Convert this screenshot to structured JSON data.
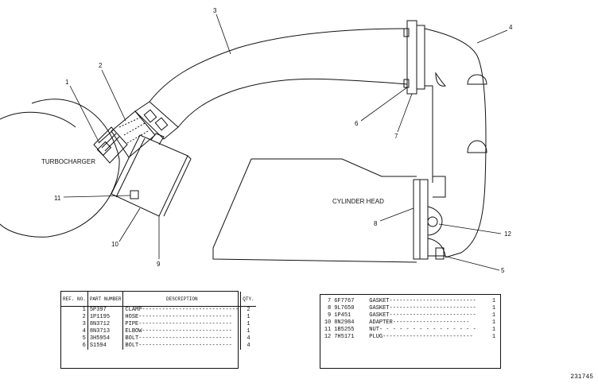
{
  "labels": {
    "turbocharger": "TURBOCHARGER",
    "cylinder_head": "CYLINDER HEAD"
  },
  "callouts": [
    "1",
    "2",
    "3",
    "4",
    "5",
    "6",
    "7",
    "8",
    "9",
    "10",
    "11",
    "12"
  ],
  "table_left": {
    "headers": {
      "ref": "REF. NO.",
      "part": "PART NUMBER",
      "desc": "DESCRIPTION",
      "qty": "QTY."
    },
    "rows": [
      {
        "ref": "1",
        "part": "5P397",
        "desc": "CLAMP-----------------------------",
        "qty": "2"
      },
      {
        "ref": "2",
        "part": "1P1195",
        "desc": "HOSE----------------------------",
        "qty": "1"
      },
      {
        "ref": "3",
        "part": "8N3712",
        "desc": "PIPE----------------------------",
        "qty": "1"
      },
      {
        "ref": "4",
        "part": "8N3713",
        "desc": "ELBOW---------------------------",
        "qty": "1"
      },
      {
        "ref": "5",
        "part": "3H5954",
        "desc": "BOLT----------------------------",
        "qty": "4"
      },
      {
        "ref": "6",
        "part": "S1594",
        "desc": "BOLT----------------------------",
        "qty": "4"
      }
    ]
  },
  "table_right": {
    "rows": [
      {
        "ref": "7",
        "part": "6F7767",
        "desc": "GASKET--------------------------",
        "qty": "1"
      },
      {
        "ref": "8",
        "part": "9L7650",
        "desc": "GASKET--------------------------",
        "qty": "1"
      },
      {
        "ref": "9",
        "part": "1P451",
        "desc": "GASKET--------------------------",
        "qty": "1"
      },
      {
        "ref": "10",
        "part": "8N2984",
        "desc": "ADAPTER-----------------------",
        "qty": "1"
      },
      {
        "ref": "11",
        "part": "1B5255",
        "desc": "NUT- - - - - - - - - - - - - - -",
        "qty": "1"
      },
      {
        "ref": "12",
        "part": "7H5171",
        "desc": "PLUG---------------------------",
        "qty": "1"
      }
    ]
  },
  "figure_number": "231745"
}
